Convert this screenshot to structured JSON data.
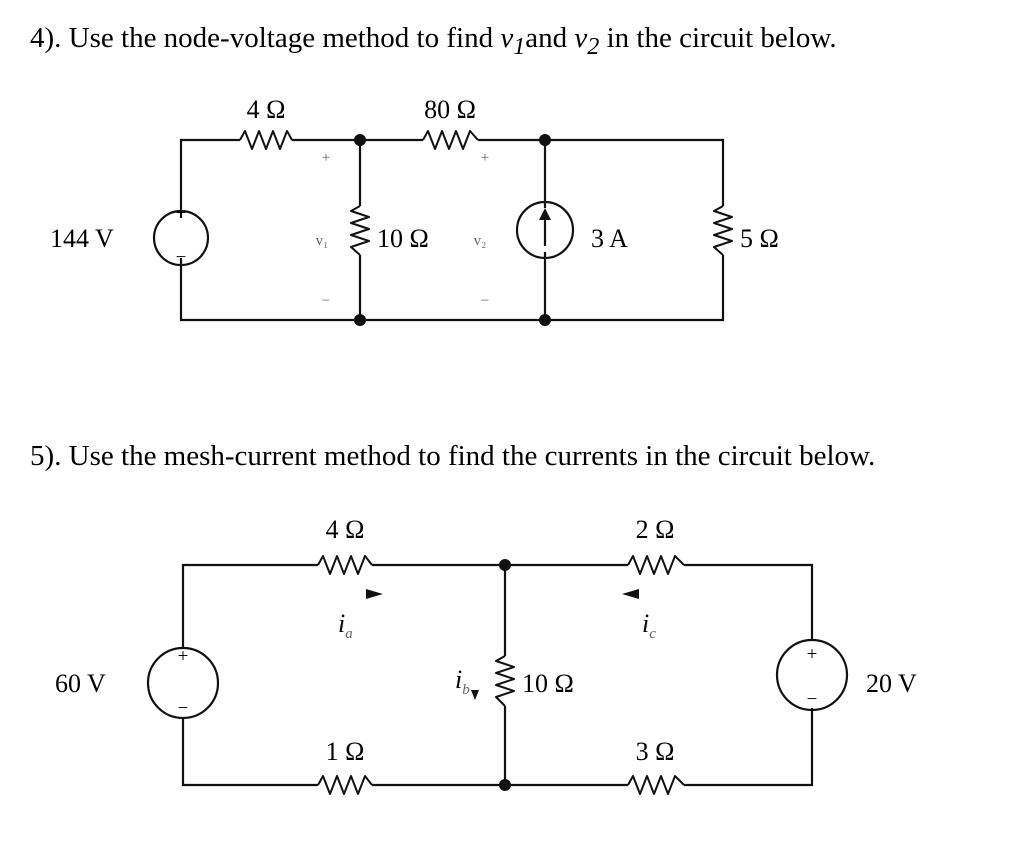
{
  "problem4": {
    "prefix": "4). Use the node-voltage method to find ",
    "var1": "v",
    "var1_sub": "1",
    "mid": "and ",
    "var2": "v",
    "var2_sub": "2",
    "suffix": " in the circuit below.",
    "circuit": {
      "source_voltage": "144 V",
      "r_4": "4 Ω",
      "r_80": "80 Ω",
      "r_10": "10 Ω",
      "current_source": "3 A",
      "r_5": "5 Ω",
      "v1_label": "v₁",
      "v2_label": "v₂",
      "plus": "+",
      "minus": "−"
    }
  },
  "problem5": {
    "text": "5). Use the mesh-current method to find the currents in the circuit below.",
    "circuit": {
      "source_left": "60 V",
      "source_right": "20 V",
      "r_4": "4 Ω",
      "r_2": "2 Ω",
      "r_10": "10 Ω",
      "r_1": "1 Ω",
      "r_3": "3 Ω",
      "ia": "i",
      "ia_sub": "a",
      "ib": "i",
      "ib_sub": "b",
      "ic": "i",
      "ic_sub": "c",
      "plus": "+",
      "minus": "−"
    }
  }
}
